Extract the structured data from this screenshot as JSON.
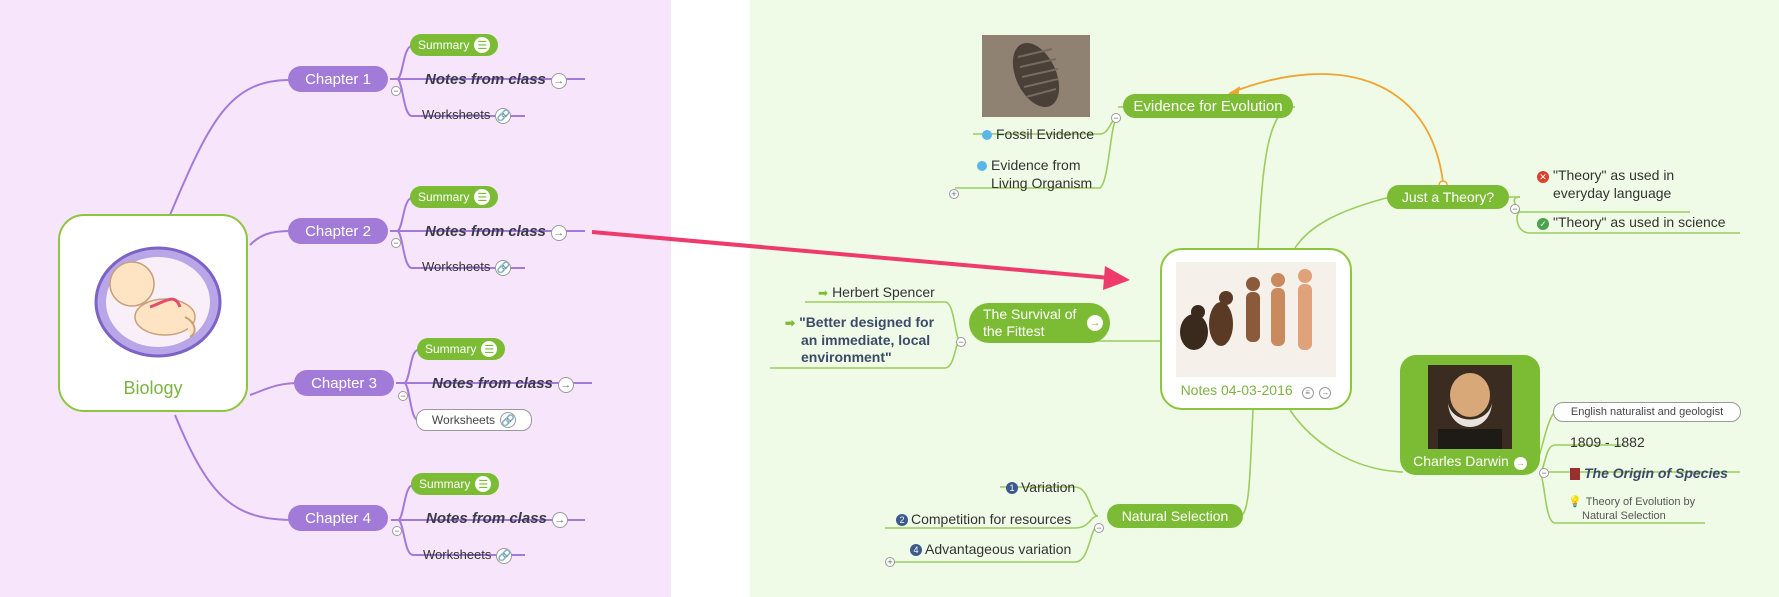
{
  "left_map": {
    "central": {
      "label": "Biology"
    },
    "chapters": [
      {
        "label": "Chapter 1",
        "summary": "Summary",
        "notes": "Notes from class",
        "worksheets": "Worksheets"
      },
      {
        "label": "Chapter 2",
        "summary": "Summary",
        "notes": "Notes from class",
        "worksheets": "Worksheets"
      },
      {
        "label": "Chapter 3",
        "summary": "Summary",
        "notes": "Notes from class",
        "worksheets": "Worksheets"
      },
      {
        "label": "Chapter 4",
        "summary": "Summary",
        "notes": "Notes from class",
        "worksheets": "Worksheets"
      }
    ]
  },
  "right_map": {
    "central": {
      "label": "Notes 04-03-2016"
    },
    "evidence": {
      "label": "Evidence for Evolution",
      "fossil": "Fossil Evidence",
      "living_1": "Evidence from",
      "living_2": "Living Organism"
    },
    "theory": {
      "label": "Just a Theory?",
      "everyday_1": "\"Theory\" as used in",
      "everyday_2": "everyday language",
      "science": "\"Theory\" as used in science"
    },
    "survival": {
      "label_1": "The Survival of",
      "label_2": "the Fittest",
      "spencer": "Herbert Spencer",
      "quote_1": "\"Better designed for",
      "quote_2": "an immediate, local",
      "quote_3": "environment\""
    },
    "darwin": {
      "label": "Charles Darwin",
      "naturalist": "English naturalist and geologist",
      "years": "1809 - 1882",
      "origin": "The Origin of Species",
      "theory_1": "Theory of Evolution by",
      "theory_2": "Natural Selection"
    },
    "selection": {
      "label": "Natural Selection",
      "items": [
        {
          "num": "1",
          "text": "Variation"
        },
        {
          "num": "2",
          "text": "Competition for resources"
        },
        {
          "num": "4",
          "text": "Advantageous variation"
        }
      ]
    }
  },
  "colors": {
    "purple_branch": "#a27ad8",
    "green_branch": "#7cbc35",
    "arrow": "#ef3a6c",
    "orange_link": "#f0a530"
  },
  "icons": [
    "summary-list-icon",
    "arrow-right-icon",
    "attachment-link-icon",
    "collapse-toggle-icon",
    "error-x-icon",
    "check-icon",
    "book-icon",
    "lightbulb-icon",
    "fetus-illustration",
    "fossil-photo",
    "human-evolution-illustration",
    "darwin-portrait"
  ]
}
